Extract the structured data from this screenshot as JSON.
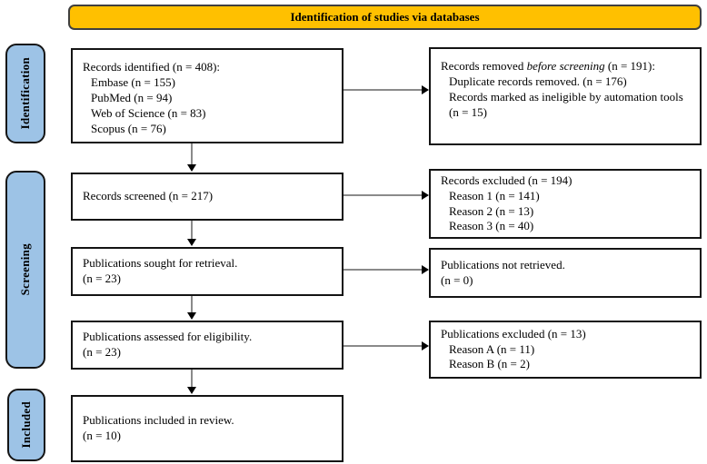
{
  "banner": {
    "title": "Identification of studies via databases"
  },
  "sidebar": {
    "identification": "Identification",
    "screening": "Screening",
    "included": "Included"
  },
  "boxes": {
    "records_identified": {
      "title": "Records identified (n = 408):",
      "items": [
        "Embase (n = 155)",
        "PubMed (n = 94)",
        "Web of Science (n = 83)",
        "Scopus (n = 76)"
      ]
    },
    "records_removed": {
      "title_pre": "Records removed ",
      "title_italic": "before screening",
      "title_post": " (n = 191):",
      "items": [
        "Duplicate records removed.  (n = 176)",
        "Records marked as ineligible by automation tools",
        "(n = 15)"
      ]
    },
    "records_screened": {
      "title": "Records screened (n = 217)"
    },
    "records_excluded": {
      "title": "Records excluded (n = 194)",
      "items": [
        "Reason 1 (n = 141)",
        "Reason 2 (n = 13)",
        "Reason 3 (n = 40)"
      ]
    },
    "sought": {
      "lines": [
        "Publications sought for retrieval.",
        "(n = 23)"
      ]
    },
    "not_retrieved": {
      "lines": [
        "Publications not retrieved.",
        "(n = 0)"
      ]
    },
    "assessed": {
      "lines": [
        "Publications assessed for eligibility.",
        "(n = 23)"
      ]
    },
    "publications_excluded": {
      "title": "Publications excluded (n = 13)",
      "items": [
        "Reason A (n = 11)",
        "Reason B (n = 2)"
      ]
    },
    "included": {
      "lines": [
        "Publications included in review.",
        "(n = 10)"
      ]
    }
  },
  "colors": {
    "banner_bg": "#FFC000",
    "sidebar_bg": "#9DC3E6",
    "box_border": "#141414",
    "arrow_line": "#8a8a8a",
    "arrow_head": "#000000"
  }
}
